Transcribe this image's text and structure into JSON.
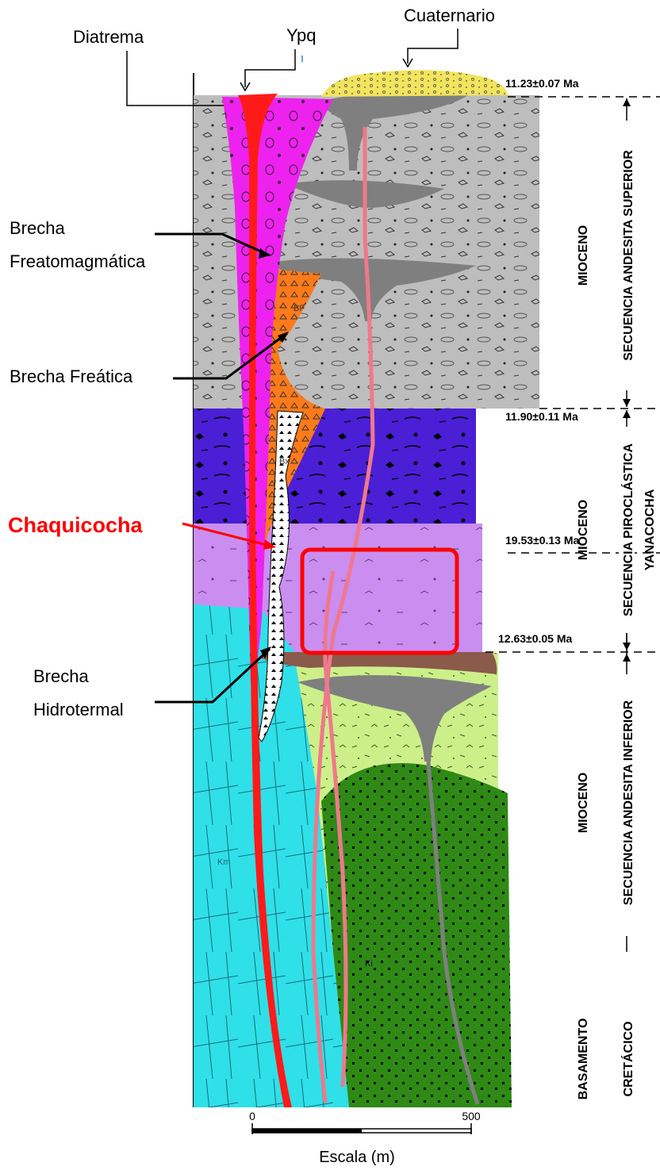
{
  "labels": {
    "diatrema": "Diatrema",
    "ypq": "Ypq",
    "cuaternario": "Cuaternario",
    "brecha_freatomagmatica_1": "Brecha",
    "brecha_freatomagmatica_2": "Freatomagmática",
    "brecha_freatica": "Brecha Freática",
    "chaquicocha": "Chaquicocha",
    "brecha_hidrotermal_1": "Brecha",
    "brecha_hidrotermal_2": "Hidrotermal"
  },
  "map_codes": {
    "bf": "BF",
    "bx": "Bx",
    "km": "Km",
    "ki": "Ki"
  },
  "ages": {
    "age1": "11.23±0.07 Ma",
    "age2": "11.90±0.11 Ma",
    "age3": "12.63±0.05 Ma",
    "age4": "19.53±0.13 Ma"
  },
  "units": {
    "mioceno_1": "MIOCENO",
    "seq_andesita_superior": "SECUENCIA ANDESITA SUPERIOR",
    "mioceno_2": "MIOCENO",
    "seq_piroclastica_1": "SECUENCIA PIROCLÁSTICA",
    "seq_piroclastica_2": "YANACOCHA",
    "mioceno_3": "MIOCENO",
    "seq_andesita_inferior": "SECUENCIA ANDESITA INFERIOR",
    "basamento": "BASAMENTO",
    "cretacico": "CRETÁCICO"
  },
  "scale": {
    "zero": "0",
    "five_hundred": "500",
    "caption": "Escala (m)"
  },
  "colors": {
    "andesite_upper": "#bdbdbd",
    "pyroclastic_dark": "#4a1fd6",
    "pyroclastic_light": "#c98ef0",
    "andesite_lower": "#cdef8a",
    "cretaceous_cyan": "#2fe0e8",
    "cretaceous_green": "#2e8a14",
    "diatreme": "#ee22ee",
    "ypq": "#ff1a1a",
    "phreatic": "#ff7a1a",
    "dome": "#7f7f7f",
    "quaternary": "#f2e45c",
    "highlight": "#ff0000"
  }
}
